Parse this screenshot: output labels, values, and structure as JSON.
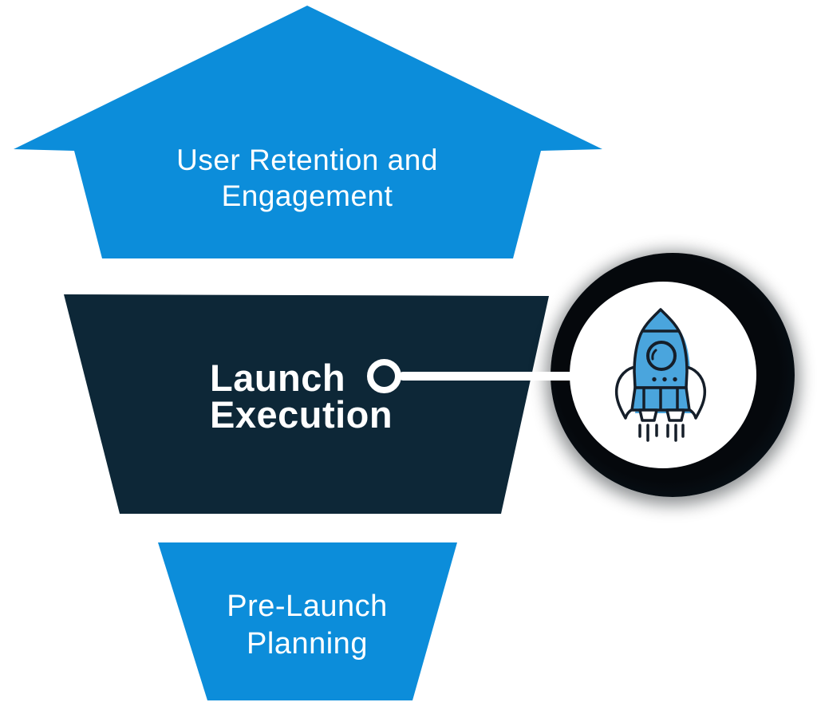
{
  "colors": {
    "blue": "#0c8dda",
    "navy": "#0d2737",
    "ring": "#05080c",
    "rocket_blue": "#4aa5dd",
    "outline": "#151e29",
    "text": "#ffffff"
  },
  "funnel": {
    "top": {
      "line1": "User Retention and",
      "line2": "Engagement"
    },
    "middle": {
      "line1": "Launch",
      "line2": "Execution"
    },
    "bottom": {
      "line1": "Pre-Launch",
      "line2": "Planning"
    }
  },
  "badge": {
    "icon": "rocket-icon"
  }
}
